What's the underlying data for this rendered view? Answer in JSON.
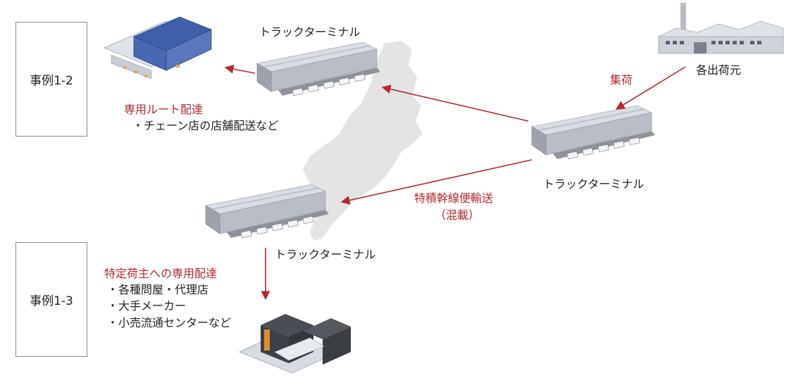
{
  "cases": {
    "case_1_2": "事例1-2",
    "case_1_3": "事例1-3"
  },
  "terminals": {
    "top": "トラックターミナル",
    "right": "トラックターミナル",
    "bottom": "トラックターミナル"
  },
  "origin": {
    "label": "各出荷元"
  },
  "edges": {
    "pickup": "集荷",
    "trunk_line": "特積幹線便輸送",
    "trunk_line_sub": "（混載）"
  },
  "route_1_2": {
    "title": "専用ルート配達",
    "items": [
      "・チェーン店の店舗配送など"
    ]
  },
  "route_1_3": {
    "title": "特定荷主への専用配達",
    "items": [
      "・各種問屋・代理店",
      "・大手メーカー",
      "・小売流通センターなど"
    ]
  },
  "colors": {
    "accent": "#b5282d",
    "map": "#e4e4e4",
    "terminal_roof": "#c9ced6",
    "warehouse_blue": "#3f5fa8"
  }
}
